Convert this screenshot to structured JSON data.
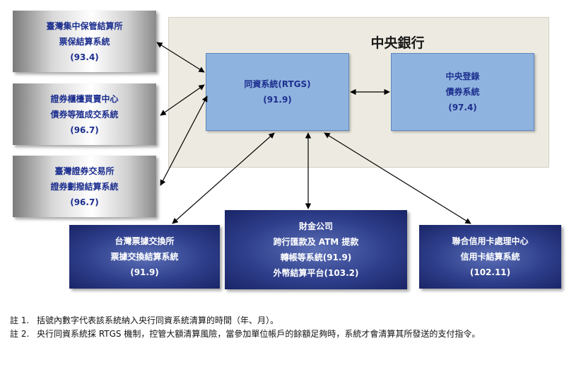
{
  "central_bank": {
    "title": "中央銀行"
  },
  "rtgs": {
    "line1": "同資系統(RTGS)",
    "line2": "(91.9)"
  },
  "cb_registry": {
    "line1": "中央登錄",
    "line2": "債券系統",
    "line3": "(97.4)"
  },
  "tdcc": {
    "line1": "臺灣集中保管結算所",
    "line2": "票保結算系統",
    "line3": "(93.4)"
  },
  "otc": {
    "line1": "證券櫃檯買賣中心",
    "line2": "債券等殖成交系統",
    "line3": "(96.7)"
  },
  "twse": {
    "line1": "臺灣證券交易所",
    "line2": "證券劃撥結算系統",
    "line3": "(96.7)"
  },
  "clearing_house": {
    "line1": "台灣票據交換所",
    "line2": "票據交換結算系統",
    "line3": "(91.9)"
  },
  "fisc": {
    "line1": "財金公司",
    "line2": "跨行匯款及 ATM 提款",
    "line3": "轉帳等系統(91.9)",
    "line4": "外幣結算平台(103.2)"
  },
  "nccc": {
    "line1": "聯合信用卡處理中心",
    "line2": "信用卡結算系統",
    "line3": "(102.11)"
  },
  "notes": [
    {
      "label": "註 1.",
      "text": "括號內數字代表該系統納入央行同資系統清算的時間（年、月）。"
    },
    {
      "label": "註 2.",
      "text": "央行同資系統採 RTGS 機制，控管大額清算風險，當參加單位帳戶的餘額足夠時，系統才會清算其所發送的支付指令。"
    }
  ],
  "colors": {
    "blue_box": "#8fb3df",
    "navy_box": "#2f3f8c",
    "text_blue": "#1d2f8f",
    "panel": "#edebe1"
  }
}
